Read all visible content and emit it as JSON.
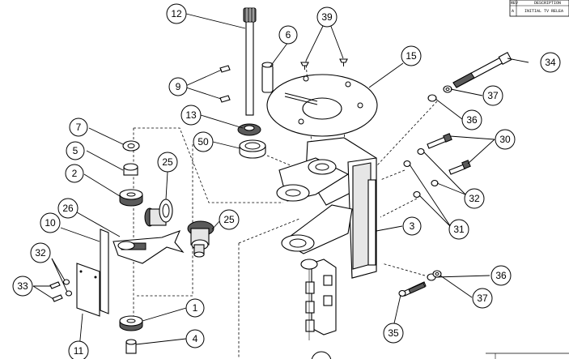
{
  "title_block": {
    "rev_header": "REV",
    "description_header": "DESCRIPTION",
    "rev_value": "A",
    "description_value": "INITIAL TV RELEA"
  },
  "balloons": [
    {
      "id": "b1",
      "label": "1"
    },
    {
      "id": "b2",
      "label": "2"
    },
    {
      "id": "b3",
      "label": "3"
    },
    {
      "id": "b4",
      "label": "4"
    },
    {
      "id": "b5",
      "label": "5"
    },
    {
      "id": "b6",
      "label": "6"
    },
    {
      "id": "b7",
      "label": "7"
    },
    {
      "id": "b9",
      "label": "9"
    },
    {
      "id": "b10",
      "label": "10"
    },
    {
      "id": "b11",
      "label": "11"
    },
    {
      "id": "b12",
      "label": "12"
    },
    {
      "id": "b13",
      "label": "13"
    },
    {
      "id": "b15",
      "label": "15"
    },
    {
      "id": "b25a",
      "label": "25"
    },
    {
      "id": "b25b",
      "label": "25"
    },
    {
      "id": "b26",
      "label": "26"
    },
    {
      "id": "b30",
      "label": "30"
    },
    {
      "id": "b31",
      "label": "31"
    },
    {
      "id": "b32a",
      "label": "32"
    },
    {
      "id": "b32b",
      "label": "32"
    },
    {
      "id": "b33",
      "label": "33"
    },
    {
      "id": "b34",
      "label": "34"
    },
    {
      "id": "b35",
      "label": "35"
    },
    {
      "id": "b36a",
      "label": "36"
    },
    {
      "id": "b36b",
      "label": "36"
    },
    {
      "id": "b37a",
      "label": "37"
    },
    {
      "id": "b37b",
      "label": "37"
    },
    {
      "id": "b39",
      "label": "39"
    },
    {
      "id": "b50",
      "label": "50"
    }
  ]
}
